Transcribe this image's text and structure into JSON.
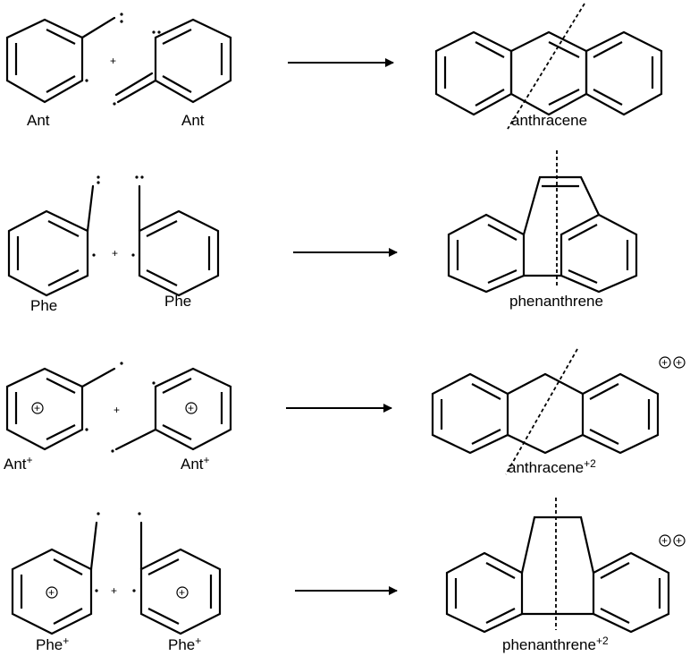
{
  "reactions": [
    {
      "reactant_left_label": "Ant",
      "reactant_right_label": "Ant",
      "plus_sign": "+",
      "product_label": "anthracene"
    },
    {
      "reactant_left_label": "Phe",
      "reactant_right_label": "Phe",
      "plus_sign": "+",
      "product_label": "phenanthrene"
    },
    {
      "reactant_left_label": "Ant",
      "reactant_left_charge": "+",
      "reactant_right_label": "Ant",
      "reactant_right_charge": "+",
      "plus_sign": "+",
      "product_label": "anthracene",
      "product_charge": "+2"
    },
    {
      "reactant_left_label": "Phe",
      "reactant_left_charge": "+",
      "reactant_right_label": "Phe",
      "reactant_right_charge": "+",
      "plus_sign": "+",
      "product_label": "phenanthrene",
      "product_charge": "+2"
    }
  ],
  "colors": {
    "ink": "#000000",
    "background": "#ffffff"
  }
}
